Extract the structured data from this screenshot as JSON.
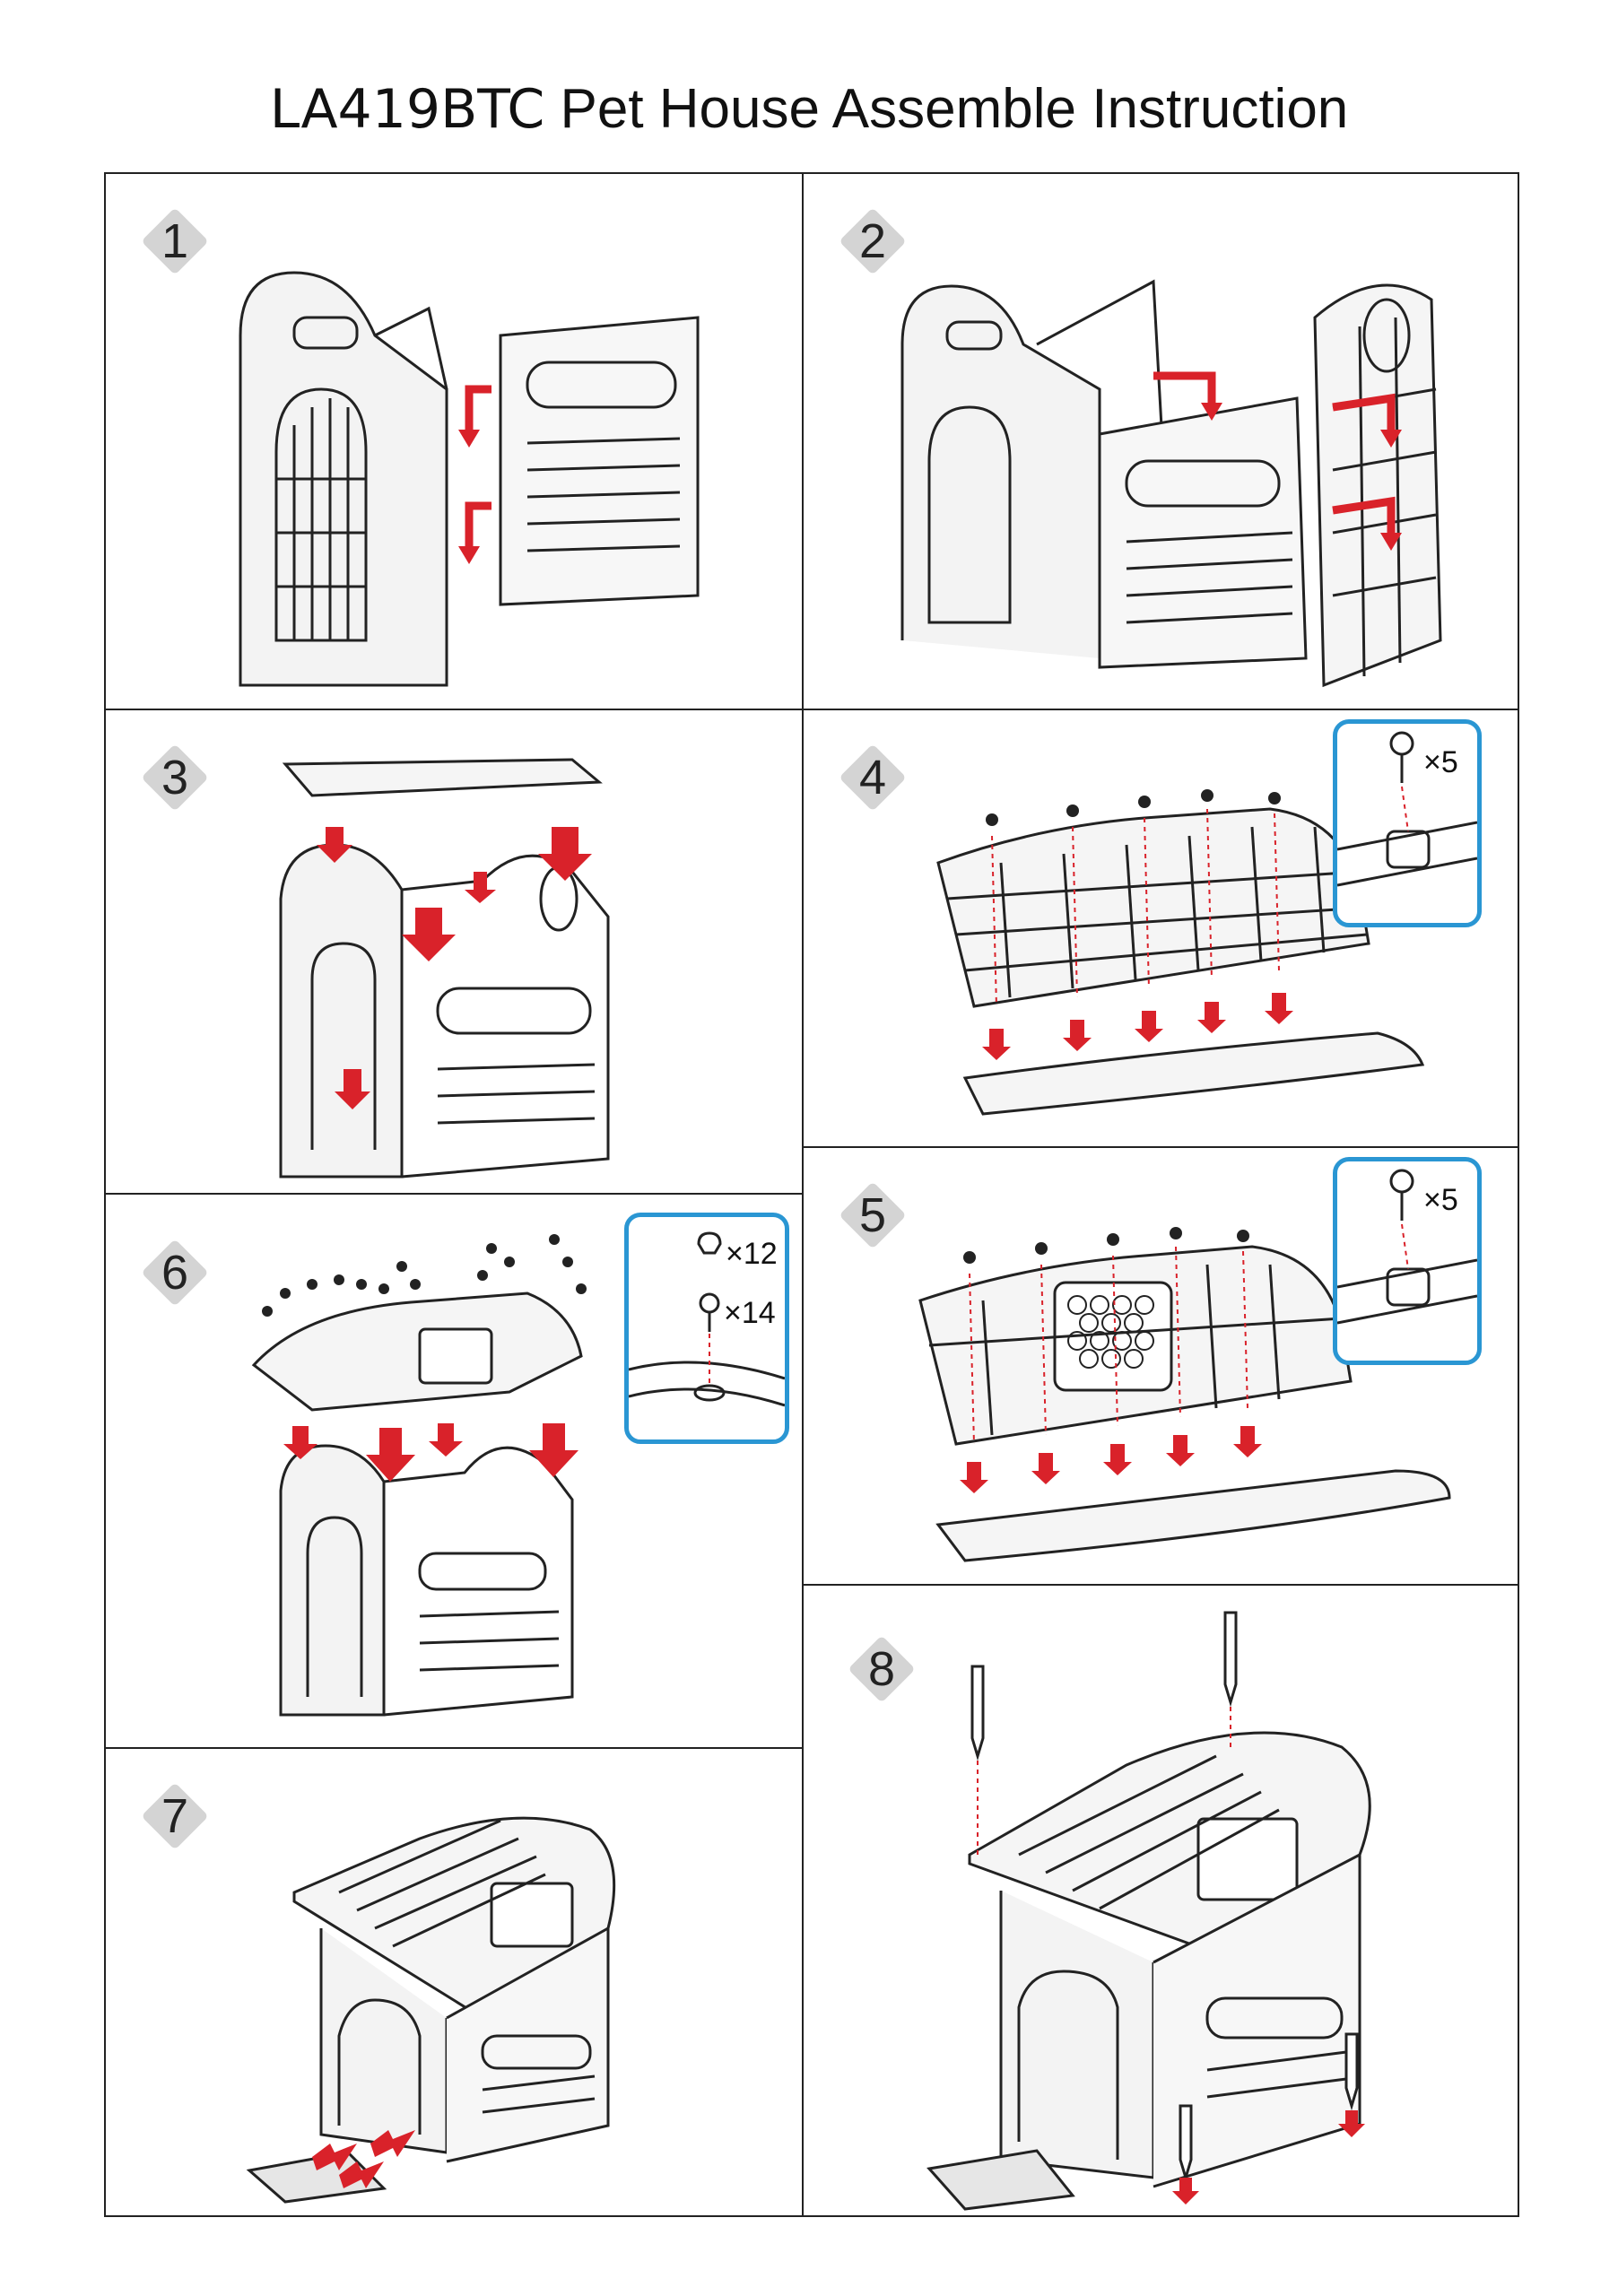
{
  "title": {
    "model": "LA419BTC",
    "text": "Pet House Assemble Instruction"
  },
  "steps": [
    {
      "num": "1"
    },
    {
      "num": "2"
    },
    {
      "num": "3"
    },
    {
      "num": "4",
      "parts": [
        {
          "icon": "screw-icon",
          "qty": "×5"
        }
      ]
    },
    {
      "num": "5",
      "parts": [
        {
          "icon": "screw-icon",
          "qty": "×5"
        }
      ]
    },
    {
      "num": "6",
      "parts": [
        {
          "icon": "cap-icon",
          "qty": "×12"
        },
        {
          "icon": "screw-icon",
          "qty": "×14"
        }
      ]
    },
    {
      "num": "7"
    },
    {
      "num": "8"
    }
  ],
  "colors": {
    "arrow": "#d9222a",
    "inset_border": "#2a96d3",
    "badge": "#d4d4d4",
    "line": "#222222"
  }
}
